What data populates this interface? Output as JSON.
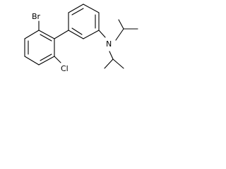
{
  "molecule": {
    "atoms": {
      "bromine": "Br",
      "chlorine": "Cl",
      "nitrogen": "N"
    },
    "colors": {
      "bond": "#000000",
      "label": "#000000",
      "background": "#ffffff"
    }
  }
}
